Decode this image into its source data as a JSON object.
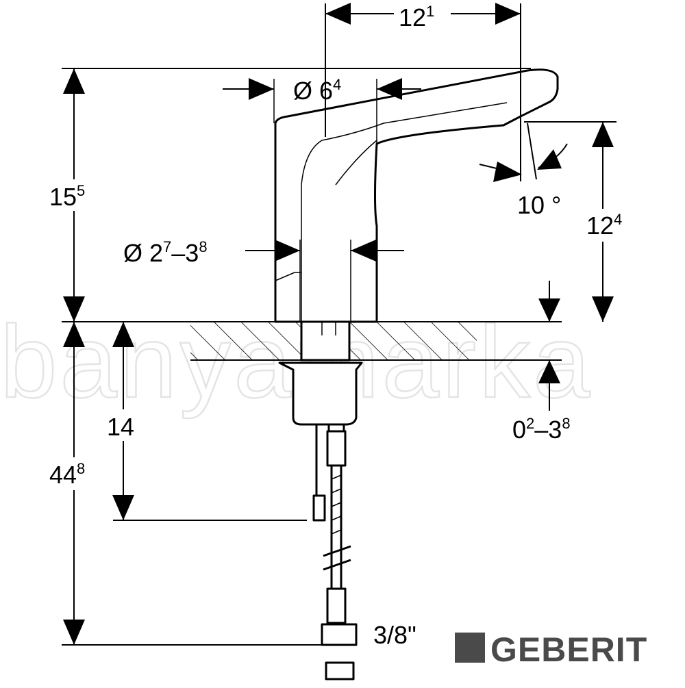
{
  "dimensions": {
    "spout_reach": {
      "base": "12",
      "sup": "1"
    },
    "body_diameter": {
      "prefix": "Ø 6",
      "sup": "4"
    },
    "total_height": {
      "base": "15",
      "sup": "5"
    },
    "outlet_height": {
      "base": "12",
      "sup": "4"
    },
    "angle": "10 °",
    "hole_diameter": {
      "prefix": "Ø 2",
      "sup1": "7",
      "mid": "–3",
      "sup2": "8"
    },
    "fixing_length": "14",
    "hose_length": {
      "base": "44",
      "sup": "8"
    },
    "counter_thickness": {
      "base": "0",
      "sup1": "2",
      "mid": "–3",
      "sup2": "8"
    },
    "connection": "3/8\""
  },
  "watermark": "banyamarka",
  "brand": {
    "name": "GEBERIT",
    "color": "#4a4a4a"
  }
}
